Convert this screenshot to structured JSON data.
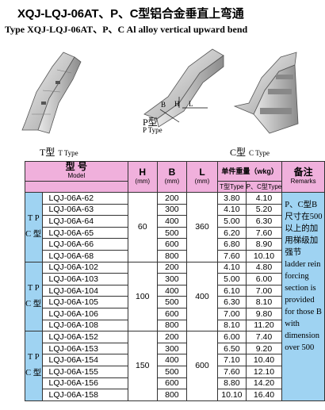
{
  "title_cn": "XQJ-LQJ-06AT、P、C型铝合金垂直上弯通",
  "title_en": "Type XQJ-LQJ-06AT、P、C Al alloy vertical upward bend",
  "figures": {
    "t": {
      "cn": "T型",
      "en": "T Type"
    },
    "p": {
      "cn": "P型",
      "en": "P Type"
    },
    "c": {
      "cn": "C型",
      "en": "C Type"
    },
    "dim_labels": [
      "B",
      "H",
      "L"
    ]
  },
  "table": {
    "headers": {
      "model_cn": "型 号",
      "model_en": "Model",
      "h": "H",
      "h_unit": "(mm)",
      "b": "B",
      "b_unit": "(mm)",
      "l": "L",
      "l_unit": "(mm)",
      "weight": "单件重量（wkg）",
      "remarks_cn": "备注",
      "remarks_en": "Remarks",
      "col_t": "T型Type",
      "col_pc": "P、C型Type"
    },
    "group_label": "T P C 型",
    "groups": [
      {
        "h": "60",
        "l": "360",
        "rows": [
          {
            "model": "LQJ-06A-62",
            "b": "200",
            "t": "3.80",
            "pc": "4.10"
          },
          {
            "model": "LQJ-06A-63",
            "b": "300",
            "t": "4.10",
            "pc": "5.20"
          },
          {
            "model": "LQJ-06A-64",
            "b": "400",
            "t": "5.00",
            "pc": "6.30"
          },
          {
            "model": "LQJ-06A-65",
            "b": "500",
            "t": "6.20",
            "pc": "7.60"
          },
          {
            "model": "LQJ-06A-66",
            "b": "600",
            "t": "6.80",
            "pc": "8.90"
          },
          {
            "model": "LQJ-06A-68",
            "b": "800",
            "t": "7.60",
            "pc": "10.10"
          }
        ]
      },
      {
        "h": "100",
        "l": "400",
        "rows": [
          {
            "model": "LQJ-06A-102",
            "b": "200",
            "t": "4.10",
            "pc": "4.80"
          },
          {
            "model": "LQJ-06A-103",
            "b": "300",
            "t": "5.00",
            "pc": "6.00"
          },
          {
            "model": "LQJ-06A-104",
            "b": "400",
            "t": "6.10",
            "pc": "7.00"
          },
          {
            "model": "LQJ-06A-105",
            "b": "500",
            "t": "6.30",
            "pc": "8.10"
          },
          {
            "model": "LQJ-06A-106",
            "b": "600",
            "t": "7.00",
            "pc": "9.80"
          },
          {
            "model": "LQJ-06A-108",
            "b": "800",
            "t": "8.10",
            "pc": "11.20"
          }
        ]
      },
      {
        "h": "150",
        "l": "600",
        "rows": [
          {
            "model": "LQJ-06A-152",
            "b": "200",
            "t": "6.00",
            "pc": "7.40"
          },
          {
            "model": "LQJ-06A-153",
            "b": "300",
            "t": "6.50",
            "pc": "9.20"
          },
          {
            "model": "LQJ-06A-154",
            "b": "400",
            "t": "7.10",
            "pc": "10.40"
          },
          {
            "model": "LQJ-06A-155",
            "b": "500",
            "t": "7.60",
            "pc": "12.10"
          },
          {
            "model": "LQJ-06A-156",
            "b": "600",
            "t": "8.80",
            "pc": "14.20"
          },
          {
            "model": "LQJ-06A-158",
            "b": "800",
            "t": "10.10",
            "pc": "16.40"
          }
        ]
      }
    ],
    "remarks_text": "P、C型B尺寸在500以上的加用梯级加强节 ladder rein forcing section is provided for those B with dimension over 500"
  },
  "colors": {
    "header_pink": "#f0b0dc",
    "group_blue": "#9fd3f2",
    "border": "#333333"
  }
}
